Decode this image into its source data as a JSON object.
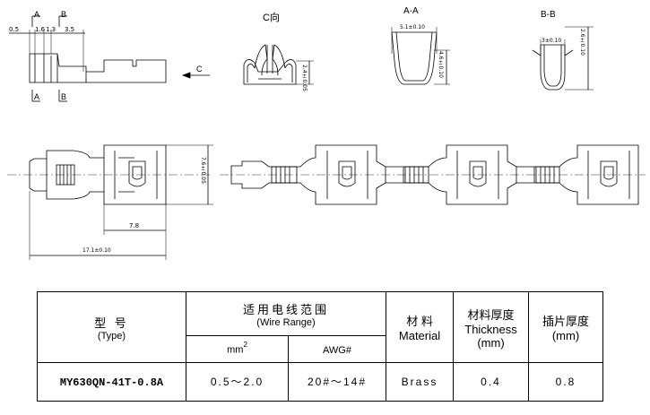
{
  "drawing": {
    "labels": {
      "section_a_top": "A",
      "section_b_top": "B",
      "section_a_bottom": "A",
      "section_b_bottom": "B",
      "view_c_title": "C向",
      "view_c_arrow": "C",
      "section_aa_title": "A-A",
      "section_bb_title": "B-B"
    },
    "dimensions": {
      "top_0_5": "0.5",
      "top_1_6": "1.6",
      "top_1_3": "1.3",
      "top_3_5": "3.5",
      "c_height": "2.4±0.05",
      "aa_width": "5.1±0.10",
      "aa_height": "4.6±0.10",
      "bb_width": "3±0.10",
      "bb_height": "2.6±0.10",
      "width_7_6": "7.6±0.05",
      "length_7_8": "7.8",
      "length_17_1": "17.1±0.10"
    }
  },
  "spec_table": {
    "type_cn": "型 号",
    "type_en": "(Type)",
    "wire_range_cn": "适用电线范围",
    "wire_range_en": "(Wire Range)",
    "mm2_label": "mm",
    "mm2_sup": "2",
    "awg_label": "AWG#",
    "material_cn": "材 料",
    "material_en": "Material",
    "thickness_cn": "材料厚度",
    "thickness_en": "Thickness",
    "thickness_unit": "(mm)",
    "tab_cn": "插片厚度",
    "tab_unit": "(mm)",
    "model": "MY630QN-41T-0.8A",
    "mm2_value": "0.5～2.0",
    "awg_value": "20#～14#",
    "material_value": "Brass",
    "thickness_value": "0.4",
    "tab_value": "0.8"
  }
}
